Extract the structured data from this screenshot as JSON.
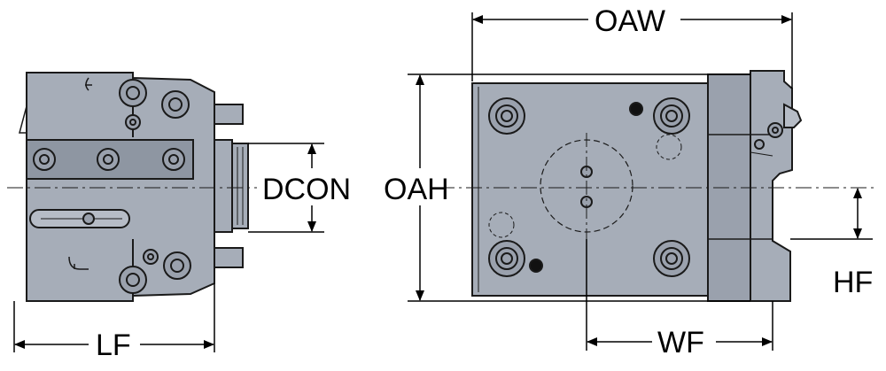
{
  "labels": {
    "oaw": "OAW",
    "oah": "OAH",
    "dcon": "DCON",
    "lf": "LF",
    "wf": "WF",
    "hf": "HF"
  },
  "colors": {
    "body": "#a6adb8",
    "body_dark": "#8e96a2",
    "body_light": "#b6bcc6",
    "outline": "#1a1a1a",
    "dimension_line": "#000000"
  }
}
